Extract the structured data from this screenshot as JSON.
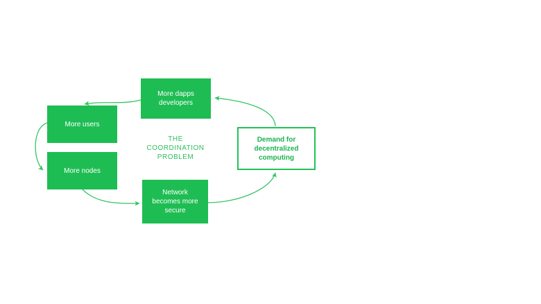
{
  "diagram": {
    "center_label": "THE\nCOORDINATION\nPROBLEM",
    "nodes": {
      "dapps": {
        "label": "More dapps\ndevelopers",
        "style": "filled"
      },
      "users": {
        "label": "More users",
        "style": "filled"
      },
      "nodes": {
        "label": "More nodes",
        "style": "filled"
      },
      "network": {
        "label": "Network\nbecomes more\nsecure",
        "style": "filled"
      },
      "demand": {
        "label": "Demand for\ndecentralized\ncomputing",
        "style": "outlined"
      }
    },
    "edges": [
      {
        "from": "demand",
        "to": "dapps"
      },
      {
        "from": "dapps",
        "to": "users"
      },
      {
        "from": "users",
        "to": "nodes"
      },
      {
        "from": "nodes",
        "to": "network"
      },
      {
        "from": "network",
        "to": "demand"
      }
    ]
  },
  "colors": {
    "background": "#ffffff",
    "box_fill": "#1ebd53",
    "box_text": "#ffffff",
    "arrow": "#33c463",
    "outline_box_border": "#22c158",
    "outline_box_text": "#1bb34f",
    "center_text": "#2fbd5f"
  }
}
